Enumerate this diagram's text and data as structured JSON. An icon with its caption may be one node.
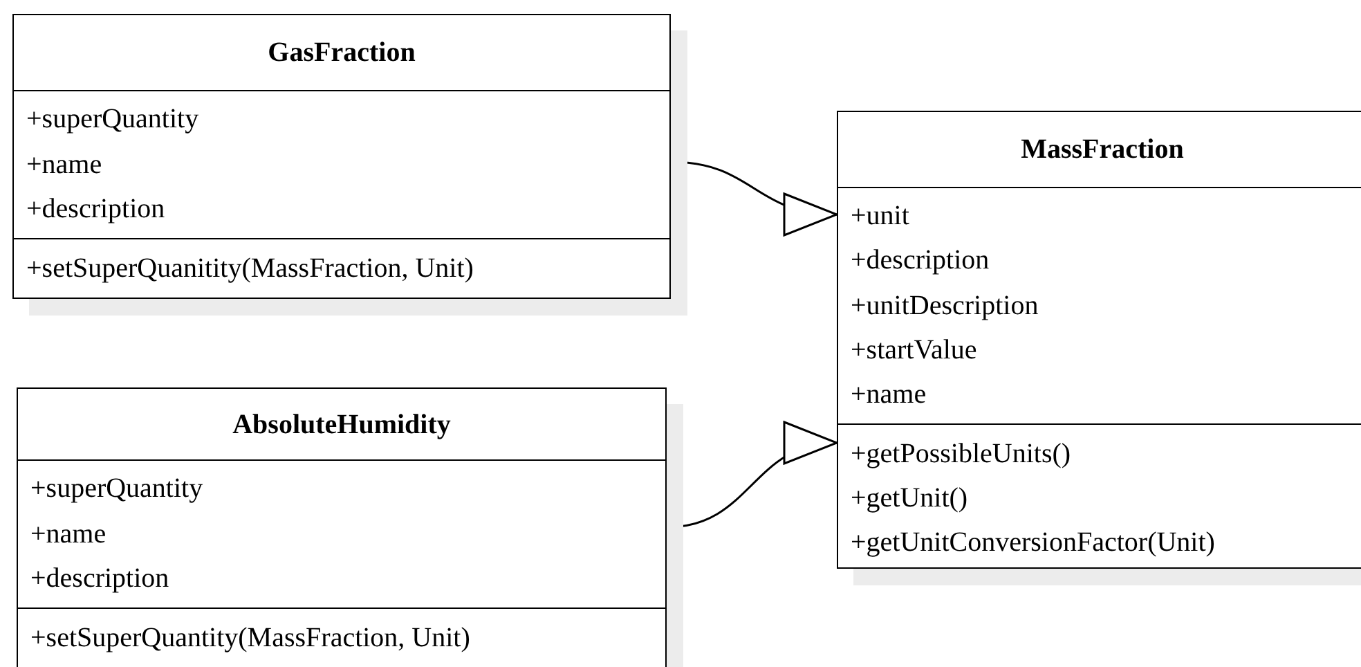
{
  "diagram": {
    "nodes": [
      {
        "text": [
          "GasFraction",
          "+superQuantity",
          "+name",
          "+description",
          "+setSuperQuanitity(MassFraction, Unit)"
        ]
      },
      {
        "text": [
          "MassFraction",
          "+unit",
          "+description",
          "+unitDescription",
          "+startValue",
          "+name",
          "+getPossibleUnits()",
          "+getUnit()",
          "+getUnitConversionFactor(Unit)"
        ]
      },
      {
        "text": [
          "AbsoluteHumidity",
          "+superQuantity",
          "+name",
          "+description",
          "+setSuperQuantity(MassFraction, Unit)"
        ]
      }
    ],
    "edges": [
      {
        "from": 0,
        "to": 1,
        "arrow": "to"
      },
      {
        "from": 2,
        "to": 1,
        "arrow": "to"
      }
    ]
  }
}
